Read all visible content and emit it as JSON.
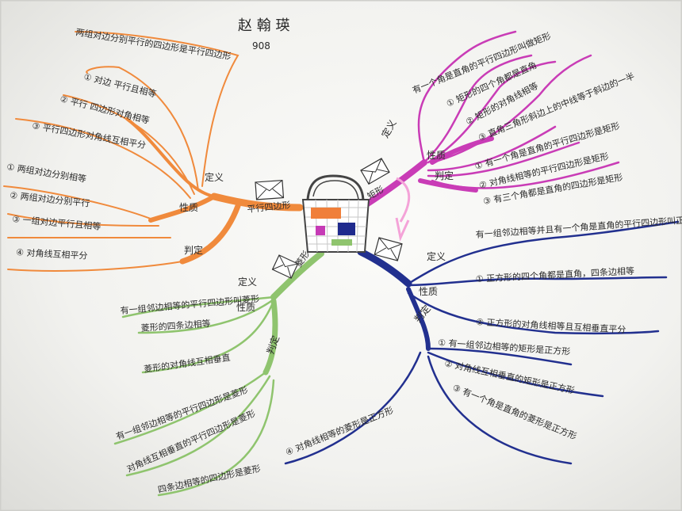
{
  "header": {
    "title": "赵 翰 瑛",
    "class_no": "908"
  },
  "center": {
    "left_branch": "平行四边形",
    "bottom_branch": "菱形",
    "right_branch": "矩形"
  },
  "orange": {
    "def_label": "定义",
    "prop_label": "性质",
    "judge_label": "判定",
    "definition": "两组对边分别平行的四边形是平行四边形",
    "props": [
      "① 对边 平行且相等",
      "② 平行 四边形对角相等",
      "③ 平行四边形对角线互相平分"
    ],
    "judges": [
      "① 两组对边分别相等",
      "② 两组对边分别平行",
      "③ 一组对边平行且相等",
      "④ 对角线互相平分"
    ]
  },
  "magenta": {
    "def_label": "定义",
    "prop_label": "性质",
    "judge_label": "判定",
    "definition": "有一个角是直角的平行四边形叫做矩形",
    "props": [
      "① 矩形的四个角都是直角",
      "② 矩形的对角线相等",
      "③ 直角三角形斜边上的中线等于斜边的一半"
    ],
    "judges": [
      "① 有一个角是直角的平行四边形是矩形",
      "② 对角线相等的平行四边形是矩形",
      "③ 有三个角都是直角的四边形是矩形"
    ]
  },
  "blue": {
    "def_label": "定义",
    "prop_label": "性质",
    "judge_label": "判定",
    "definition": "有一组邻边相等并且有一个角是直角的平行四边形叫正方形",
    "props": [
      "① 正方形的四个角都是直角，四条边相等",
      "② 正方形的对角线相等且互相垂直平分"
    ],
    "judges": [
      "① 有一组邻边相等的矩形是正方形",
      "② 对角线互相垂直的矩形是正方形",
      "③ 有一个角是直角的菱形是正方形",
      "④ 对角线相等的菱形是正方形"
    ]
  },
  "green": {
    "def_label": "定义",
    "prop_label": "性质",
    "judge_label": "判定",
    "definition": "有一组邻边相等的平行四边形叫菱形",
    "props": [
      "菱形的四条边相等",
      "菱形的对角线互相垂直"
    ],
    "judges": [
      "有一组邻边相等的平行四边形是菱形",
      "对角线互相垂直的平行四边形是菱形",
      "四条边相等的四边形是菱形"
    ]
  }
}
